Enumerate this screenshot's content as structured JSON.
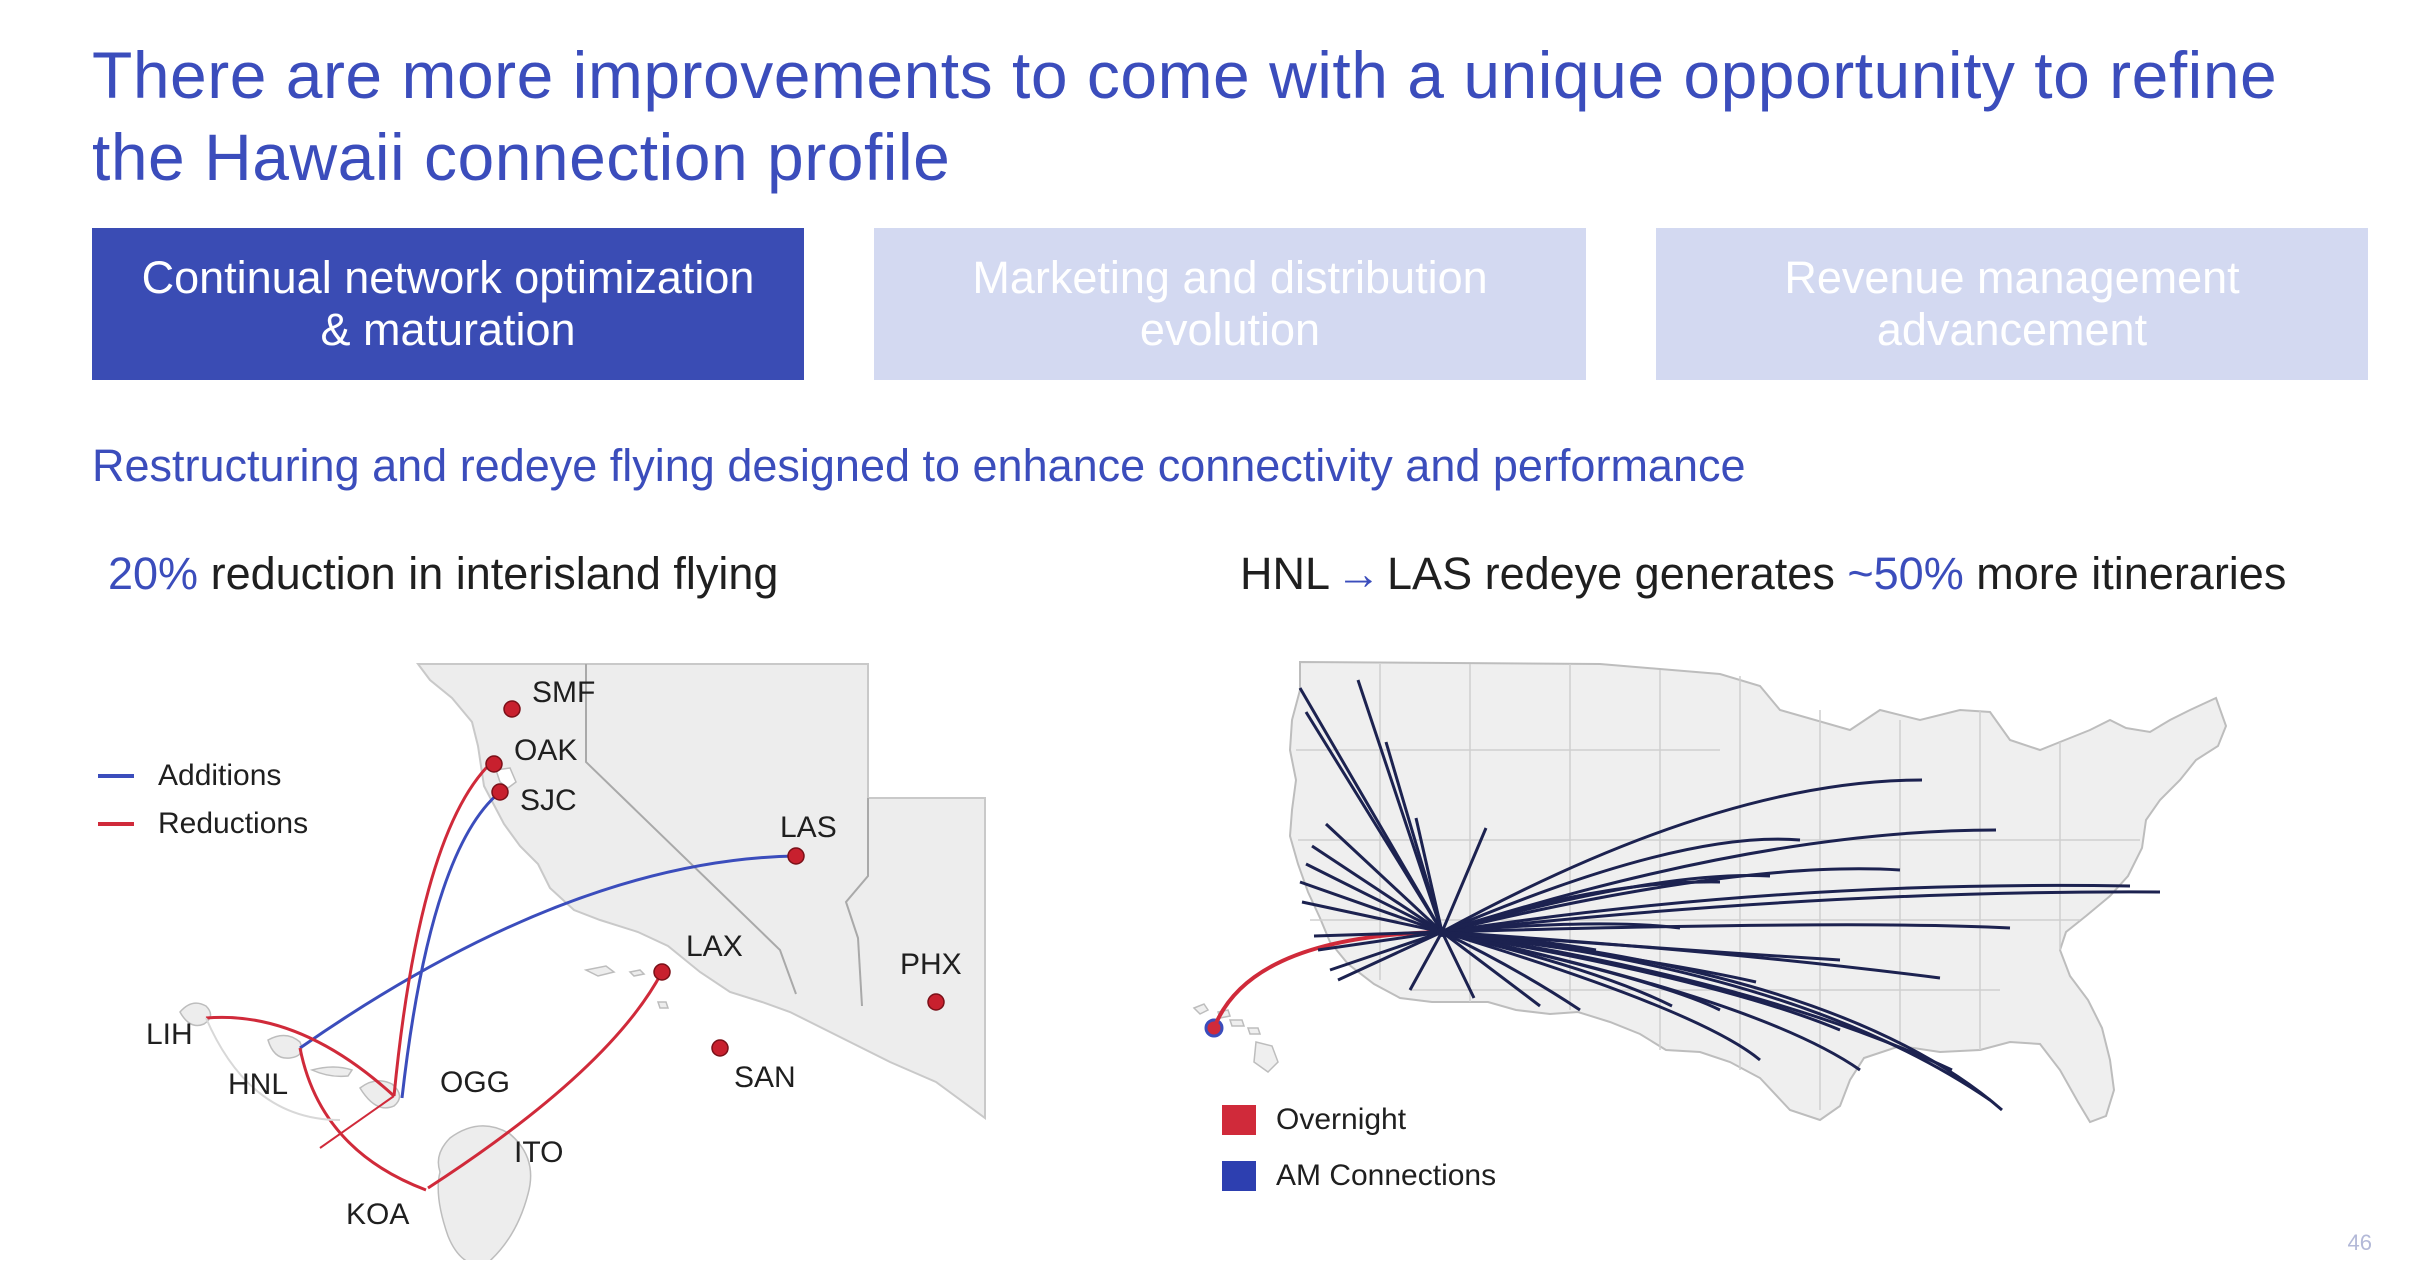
{
  "title": "There are more improvements to come with a unique opportunity to refine the Hawaii connection profile",
  "tabs": [
    {
      "label": "Continual network optimization & maturation",
      "state": "active"
    },
    {
      "label": "Marketing and distribution evolution",
      "state": "inactive"
    },
    {
      "label": "Revenue management advancement",
      "state": "inactive"
    }
  ],
  "subheading": "Restructuring and redeye flying designed to enhance connectivity and performance",
  "left_section": {
    "heading_highlight": "20%",
    "heading_rest": "reduction in interisland flying",
    "legend": [
      {
        "label": "Additions",
        "color": "#3b4dbc"
      },
      {
        "label": "Reductions",
        "color": "#d02a3a"
      }
    ],
    "airports": {
      "smf": "SMF",
      "oak": "OAK",
      "sjc": "SJC",
      "las": "LAS",
      "lax": "LAX",
      "phx": "PHX",
      "san": "SAN",
      "lih": "LIH",
      "hnl": "HNL",
      "ogg": "OGG",
      "ito": "ITO",
      "koa": "KOA"
    }
  },
  "right_section": {
    "heading_origin": "HNL",
    "heading_arrow": "→",
    "heading_mid": "LAS redeye generates",
    "heading_highlight": "~50%",
    "heading_rest": "more itineraries",
    "legend": [
      {
        "label": "Overnight",
        "color": "#d02a3a"
      },
      {
        "label": "AM Connections",
        "color": "#2d3fb0"
      }
    ]
  },
  "colors": {
    "accent": "#3b4dbc",
    "active_tab": "#3a4cb4",
    "inactive_tab": "#d3d9f1",
    "reduction": "#d02a3a",
    "connection_line": "#1c2250",
    "land": "#f0f0f0"
  },
  "page_number": "46"
}
